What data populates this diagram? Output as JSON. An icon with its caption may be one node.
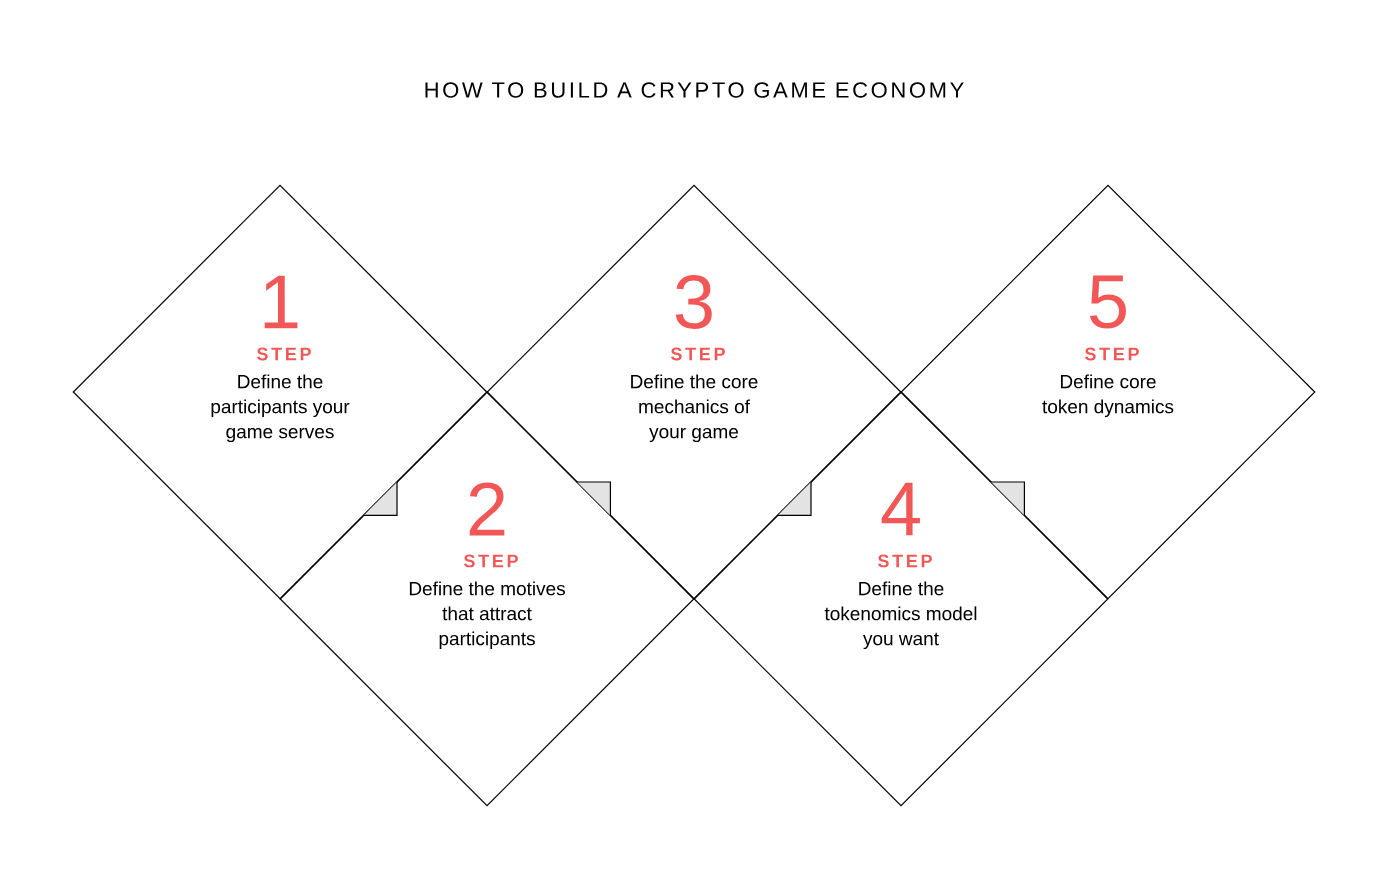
{
  "diagram": {
    "title": "HOW TO BUILD A CRYPTO GAME ECONOMY",
    "nodes": [
      {
        "text": [
          "1",
          "STEP",
          "Define the participants your game serves"
        ]
      },
      {
        "text": [
          "2",
          "STEP",
          "Define the motives that attract participants"
        ]
      },
      {
        "text": [
          "3",
          "STEP",
          "Define the core mechanics of your game"
        ]
      },
      {
        "text": [
          "4",
          "STEP",
          "Define the tokenomics model you want"
        ]
      },
      {
        "text": [
          "5",
          "STEP",
          "Define core token dynamics"
        ]
      }
    ]
  }
}
